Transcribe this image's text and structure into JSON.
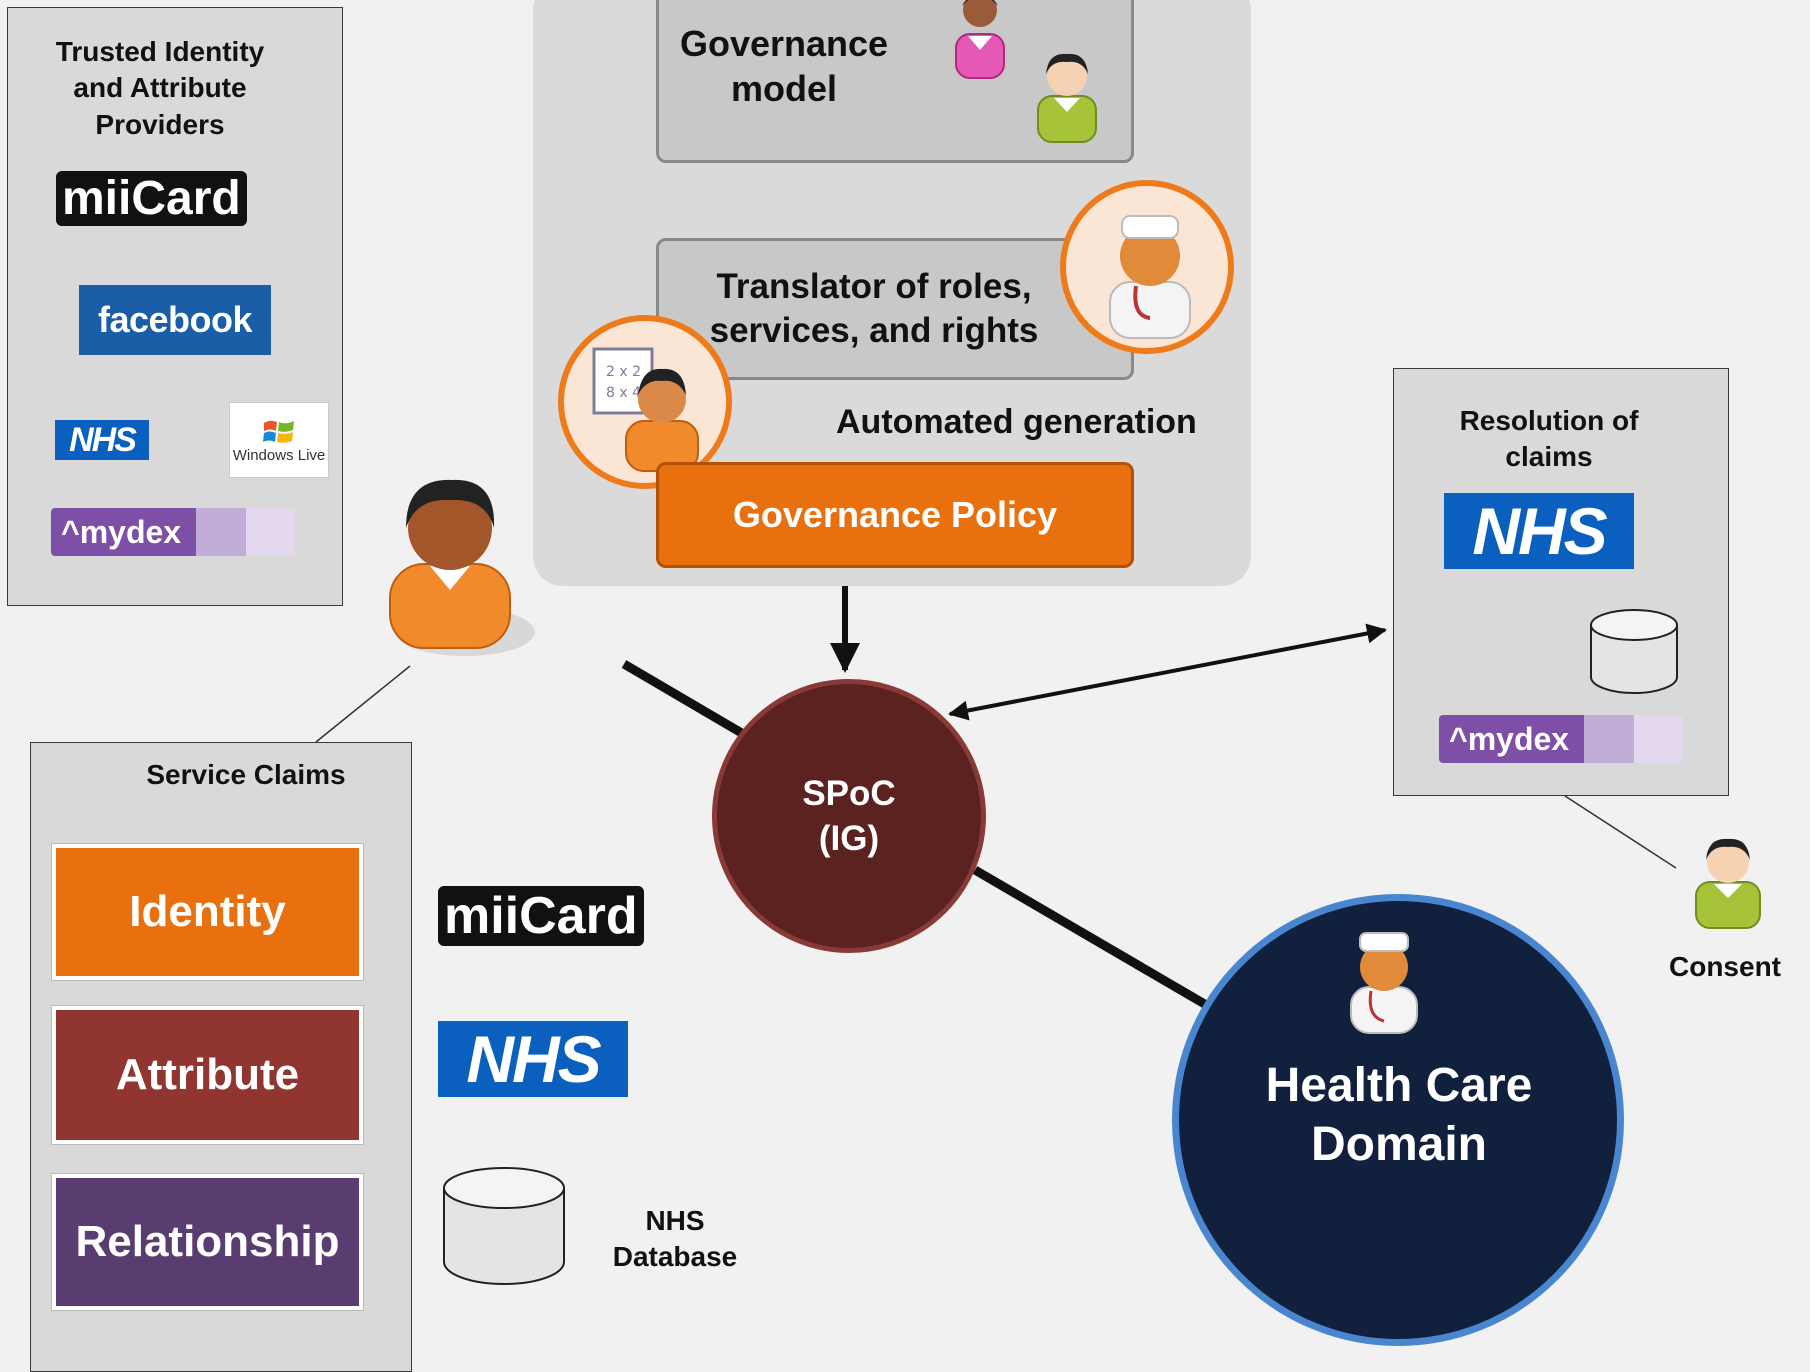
{
  "providers": {
    "title": "Trusted Identity and Attribute Providers",
    "logos": {
      "miicard": "miiCard",
      "facebook": "facebook",
      "nhs": "NHS",
      "windows_live": "Windows Live",
      "mydex": "^mydex"
    }
  },
  "service_claims": {
    "title": "Service Claims",
    "items": [
      {
        "label": "Identity",
        "color": "#e9700f"
      },
      {
        "label": "Attribute",
        "color": "#913530"
      },
      {
        "label": "Relationship",
        "color": "#5a3d70"
      }
    ],
    "logos": {
      "miicard": "miiCard",
      "nhs": "NHS"
    },
    "database_label": "NHS Database"
  },
  "governance": {
    "model": "Governance model",
    "translator": "Translator of roles, services, and rights",
    "generation": "Automated generation",
    "policy": "Governance Policy"
  },
  "spoc": {
    "label": "SPoC (IG)",
    "color": "#5c2220"
  },
  "resolution": {
    "title": "Resolution of claims",
    "logos": {
      "nhs": "NHS",
      "mydex": "^mydex"
    }
  },
  "consent": "Consent",
  "health_care": {
    "label": "Health Care Domain",
    "color": "#10203d",
    "border": "#4a86cf"
  },
  "icons": [
    "person-icon",
    "doctor-icon",
    "teacher-icon",
    "database-icon"
  ],
  "colors": {
    "orange": "#e9700f",
    "background": "#f1f1f1",
    "panel": "#d9d9d9"
  }
}
